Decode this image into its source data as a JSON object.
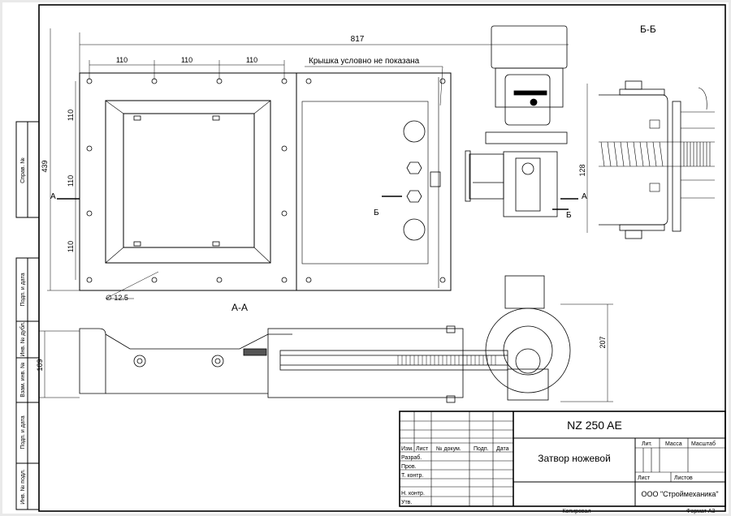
{
  "drawing": {
    "dimensions": {
      "overall_length": "817",
      "pitch_1": "110",
      "pitch_2": "110",
      "pitch_3": "110",
      "v_pitch_1": "110",
      "v_pitch_2": "110",
      "v_pitch_3": "110",
      "height": "439",
      "hole_diameter": "∅ 12.5",
      "section_height": "128",
      "aa_height": "207",
      "aa_thickness": "109"
    },
    "note": "Крышка условно не показана",
    "section_labels": {
      "bb_title": "Б-Б",
      "aa_title": "А-А",
      "a_left": "А",
      "a_right": "А",
      "b_left": "Б",
      "b_right": "Б"
    }
  },
  "side_strip": {
    "top": "Справ. №",
    "fields": [
      "Подп. и дата",
      "Инв. № дубл.",
      "Взам. инв. №",
      "Подп. и дата",
      "Инв. № подл."
    ]
  },
  "title_block": {
    "designation": "NZ 250 AE",
    "name": "Затвор ножевой",
    "company": "ООО \"Строймеханика\"",
    "header": [
      "Изм.",
      "Лист",
      "№ докум.",
      "Подп.",
      "Дата"
    ],
    "roles": [
      "Разраб.",
      "Пров.",
      "Т. контр.",
      "Н. контр.",
      "Утв."
    ],
    "lit": "Лит.",
    "mass": "Масса",
    "scale": "Масштаб",
    "sheet": "Лист",
    "sheets": "Листов",
    "copied": "Копировал",
    "format": "Формат А3"
  }
}
